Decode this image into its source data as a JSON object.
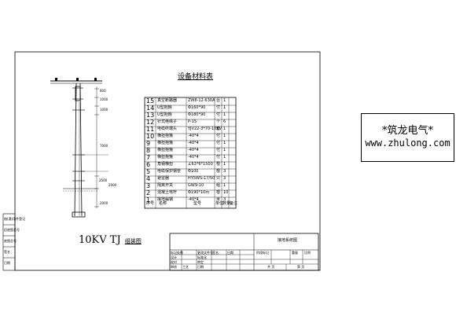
{
  "table": {
    "title": "设备材料表",
    "rows": [
      {
        "no": "15",
        "name": "真空断路器",
        "spec": "ZW8-12-630A",
        "unit": "台",
        "qty": "1"
      },
      {
        "no": "14",
        "name": "U型抱箍",
        "spec": "Φ160*90",
        "unit": "付",
        "qty": "1"
      },
      {
        "no": "13",
        "name": "U型抱箍",
        "spec": "Φ180*90",
        "unit": "付",
        "qty": "1"
      },
      {
        "no": "12",
        "name": "针式绝缘子",
        "spec": "P-15",
        "unit": "个",
        "qty": "6"
      },
      {
        "no": "11",
        "name": "电缆终端头",
        "spec": "YJV22-3*70-10KV",
        "unit": "套",
        "qty": "1"
      },
      {
        "no": "10",
        "name": "横担抱箍",
        "spec": "-40*4",
        "unit": "付",
        "qty": "1"
      },
      {
        "no": "9",
        "name": "横担抱箍",
        "spec": "-40*4",
        "unit": "付",
        "qty": "1"
      },
      {
        "no": "8",
        "name": "横担抱箍",
        "spec": "-40*4",
        "unit": "付",
        "qty": "1"
      },
      {
        "no": "7",
        "name": "横担抱箍",
        "spec": "-40*4",
        "unit": "付",
        "qty": "1"
      },
      {
        "no": "6",
        "name": "角钢横担",
        "spec": "∠63*6*1500",
        "unit": "根",
        "qty": "1"
      },
      {
        "no": "5",
        "name": "电缆保护钢管",
        "spec": "Φ100",
        "unit": "根",
        "qty": "3"
      },
      {
        "no": "4",
        "name": "避雷器",
        "spec": "HY5WS-17/50",
        "unit": "只",
        "qty": "3"
      },
      {
        "no": "3",
        "name": "隔离开关",
        "spec": "GW9-10",
        "unit": "组",
        "qty": "1"
      },
      {
        "no": "2",
        "name": "混凝土电杆",
        "spec": "Φ190*10m",
        "unit": "根",
        "qty": "10"
      },
      {
        "no": "1",
        "name": "接地扁钢",
        "spec": "-40*4",
        "unit": "米",
        "qty": "3"
      }
    ],
    "header": {
      "no": "序号",
      "name": "名称",
      "spec": "型号",
      "unit": "单位",
      "qty": "数量",
      "note": "备注"
    }
  },
  "pole": {
    "dims": [
      "800",
      "1000",
      "1000",
      "7000",
      "2500",
      "2000",
      "2000"
    ]
  },
  "caption": "10KV  TJ",
  "caption_cn": "组装图",
  "watermark": {
    "line1": "*筑龙电气*",
    "line2": "www.zhulong.com"
  },
  "titleblock": {
    "drawing_title": "接地系统图",
    "r1": [
      "标记处数",
      "更改文件号",
      "签名",
      "日期"
    ],
    "r2": [
      "设计",
      "标准化"
    ],
    "r3": [
      "校对",
      "审定"
    ],
    "r4": [
      "审核"
    ],
    "r5": [
      "工艺",
      "日期"
    ],
    "mid": [
      "阶段标记",
      "重量",
      "比例"
    ],
    "sheet": [
      "共 页",
      "第 页"
    ]
  },
  "left_tb": [
    "借(通)用件登记",
    "旧底图总号",
    "底图总号",
    "签名",
    "日期"
  ]
}
